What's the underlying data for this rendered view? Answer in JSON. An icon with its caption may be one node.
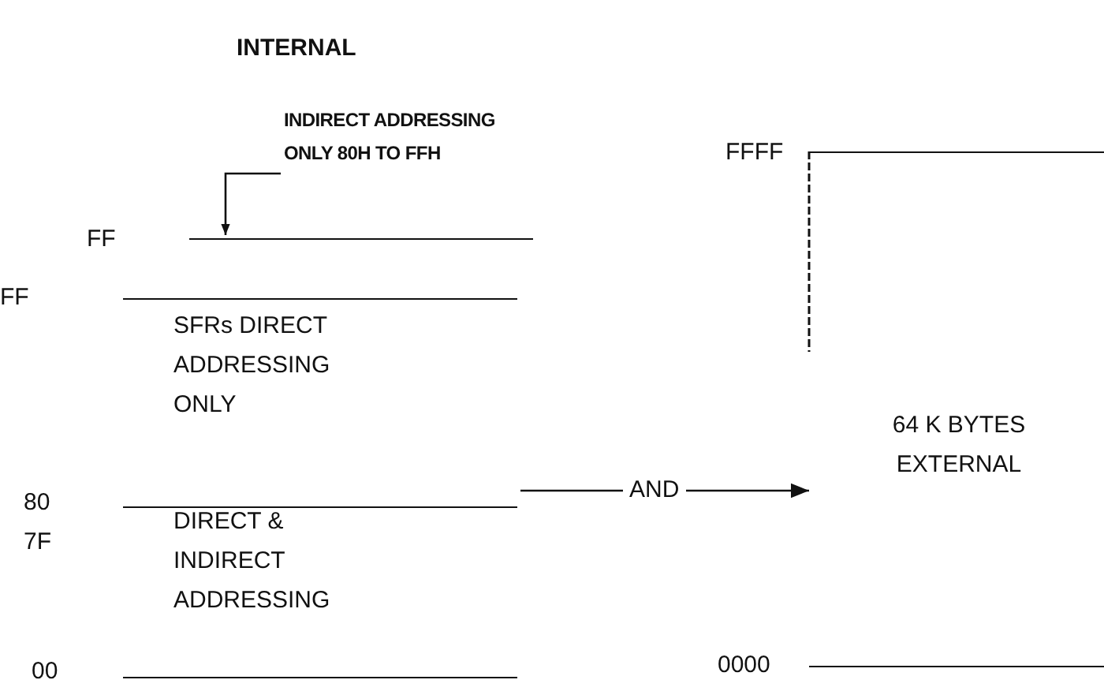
{
  "diagram": {
    "nodes": [
      {
        "text": [
          "INDIRECT ADDRESSING ONLY 80H TO FFH"
        ]
      },
      {
        "text": [],
        "shape": "bar"
      },
      {
        "text": [
          "SFRs DIRECT ADDRESSING ONLY"
        ]
      },
      {
        "text": [
          "DIRECT & INDIRECT ADDRESSING"
        ]
      },
      {
        "text": [
          "64 K BYTES EXTERNAL"
        ]
      }
    ],
    "edges": [
      {
        "from": 0,
        "to": 1,
        "arrow": "to"
      },
      {
        "from": 2,
        "to": 4,
        "arrow": "to",
        "label": "AND"
      }
    ],
    "labels": [
      "INTERNAL",
      "FFFF",
      "FF",
      "FF",
      "80",
      "7F",
      "00",
      "0000"
    ]
  }
}
